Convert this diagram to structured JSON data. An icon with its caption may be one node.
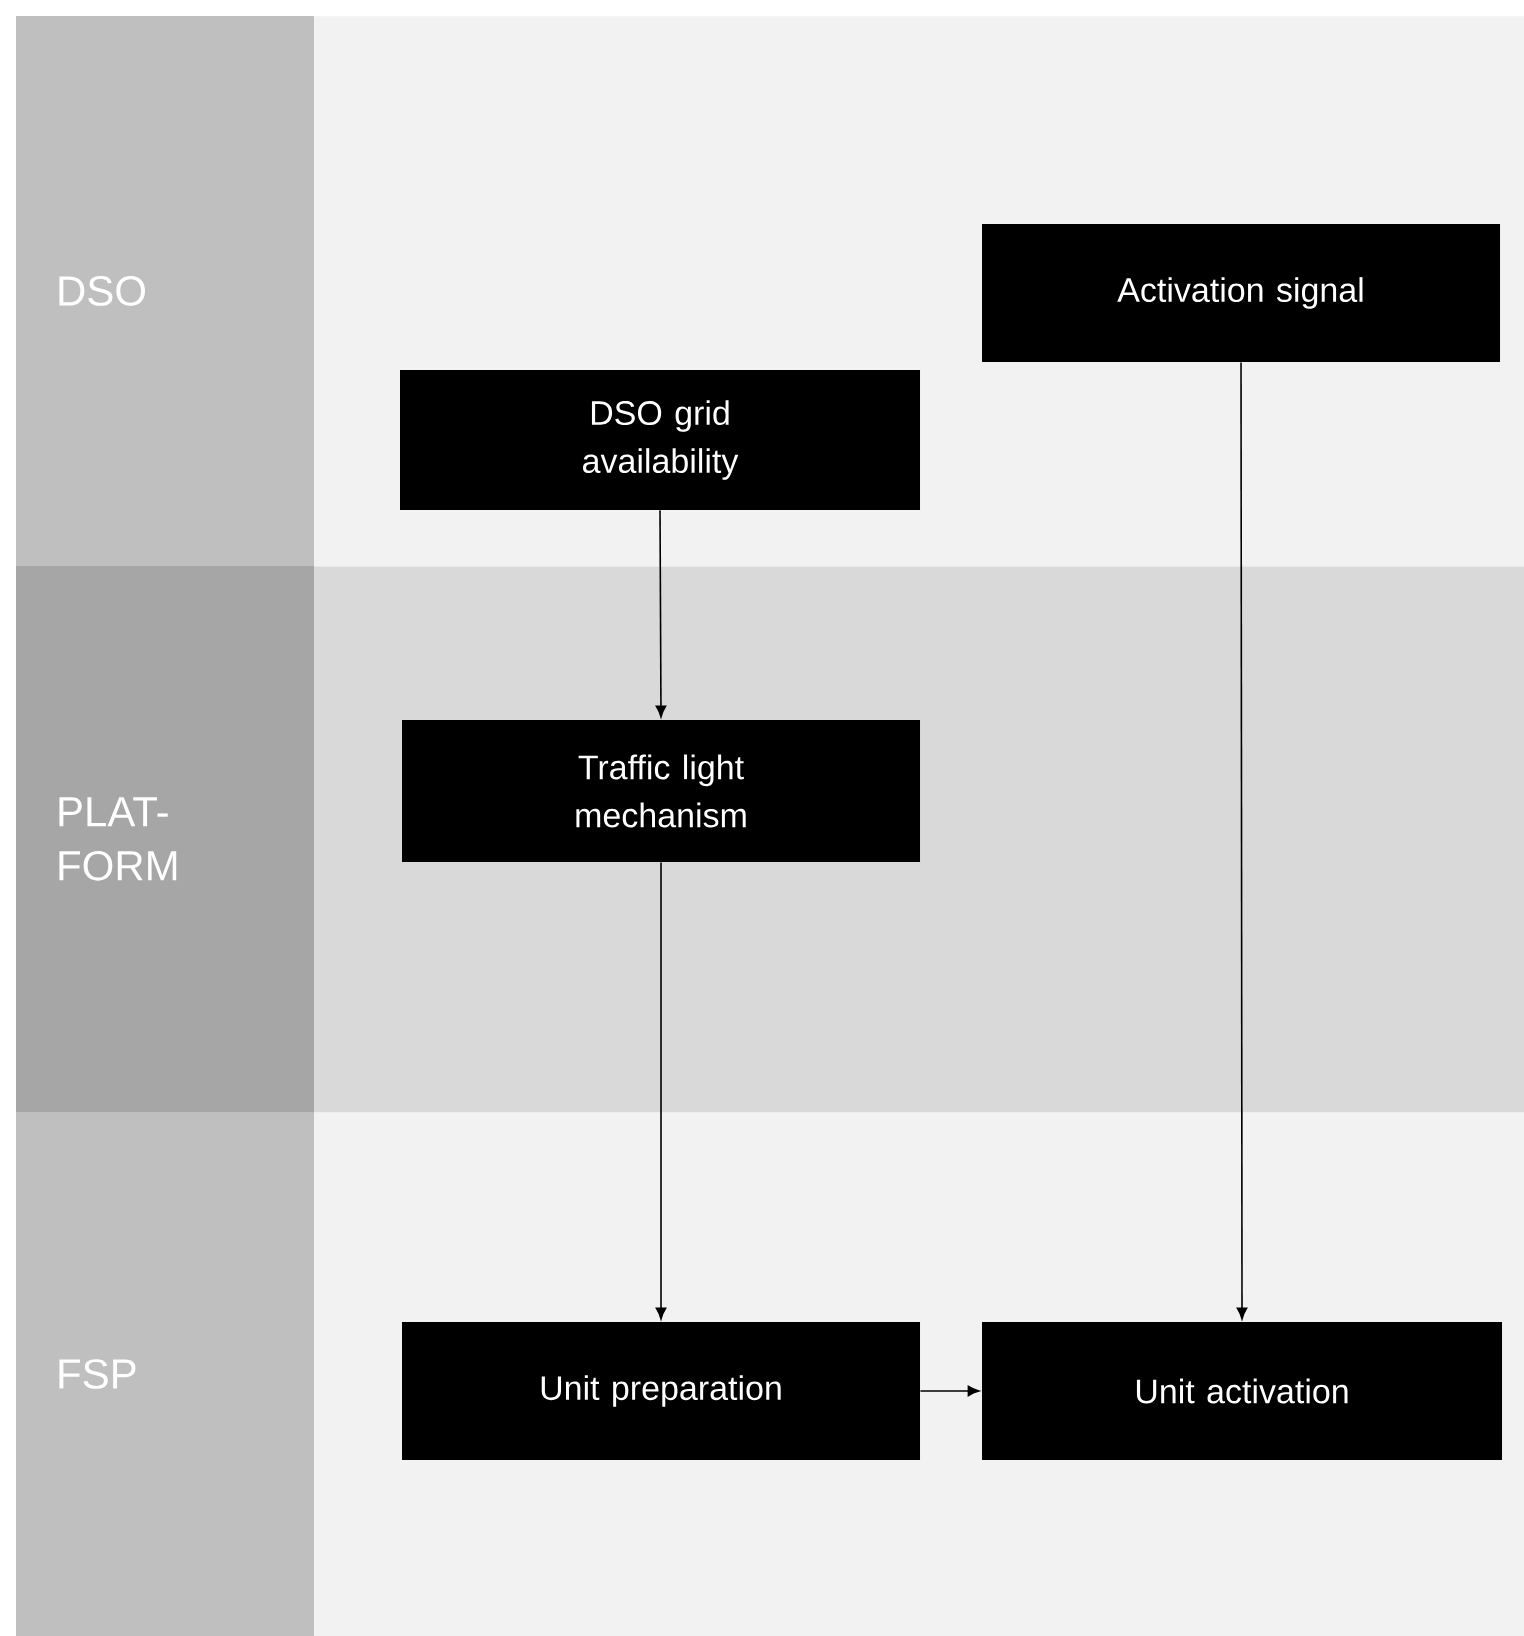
{
  "diagram": {
    "nodes": [
      {
        "text": [
          "DSO"
        ]
      },
      {
        "text": [
          "Activation signal"
        ],
        "in": 0
      },
      {
        "text": [
          "DSO grid availability"
        ],
        "in": 0
      },
      {
        "text": [
          "PLAT- FORM"
        ]
      },
      {
        "text": [
          "Traffic light mechanism"
        ],
        "in": 3
      },
      {
        "text": [
          "FSP"
        ]
      },
      {
        "text": [
          "Unit preparation"
        ],
        "in": 5
      },
      {
        "text": [
          "Unit activation"
        ],
        "in": 5
      }
    ],
    "edges": [
      {
        "from": 2,
        "to": 4,
        "arrow": "to"
      },
      {
        "from": 4,
        "to": 6,
        "arrow": "to"
      },
      {
        "from": 1,
        "to": 7,
        "arrow": "to"
      },
      {
        "from": 6,
        "to": 7,
        "arrow": "to"
      }
    ]
  }
}
